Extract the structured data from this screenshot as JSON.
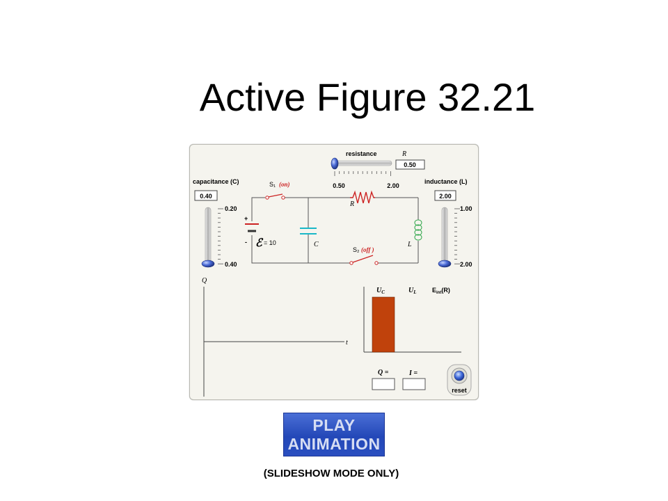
{
  "slide": {
    "title": "Active Figure 32.21",
    "footnote": "(SLIDESHOW MODE ONLY)"
  },
  "play_button": {
    "line1": "PLAY",
    "line2": "ANIMATION"
  },
  "resistance": {
    "label": "resistance",
    "symbol": "R",
    "value": "0.50",
    "min_label": "0.50",
    "max_label": "2.00",
    "slider_fraction": 0
  },
  "capacitance": {
    "label": "capacitance (C)",
    "value": "0.40",
    "top_label": "0.20",
    "bottom_label": "0.40",
    "slider_fraction": 1
  },
  "inductance": {
    "label": "inductance (L)",
    "value": "2.00",
    "top_label": "1.00",
    "bottom_label": "2.00",
    "slider_fraction": 1
  },
  "circuit": {
    "switch1_label": "S₁",
    "switch1_state": "(on)",
    "switch2_label": "S₂",
    "switch2_state": "(off )",
    "emf_symbol": "ℰ",
    "emf_value": "= 10",
    "plus": "+",
    "minus": "-",
    "capacitor_label": "C",
    "resistor_label": "R",
    "inductor_label": "L"
  },
  "graph": {
    "y_label": "Q",
    "x_label": "t"
  },
  "energy": {
    "bars": [
      {
        "label": "U",
        "sub": "C",
        "value_fraction": 1.0
      },
      {
        "label": "U",
        "sub": "L",
        "value_fraction": 0.0
      },
      {
        "label": "E",
        "sub": "int",
        "suffix": "(R)",
        "value_fraction": 0.0
      }
    ],
    "bar_color": "#c0420c"
  },
  "readouts": {
    "q_label": "Q =",
    "i_label": "I =",
    "q_value": "",
    "i_value": ""
  },
  "reset": {
    "label": "reset"
  },
  "colors": {
    "wire": "#555555",
    "switch": "#cc2222",
    "capacitor": "#19b8c8",
    "inductor": "#2fa64a",
    "knob": "#3a5fc8"
  }
}
